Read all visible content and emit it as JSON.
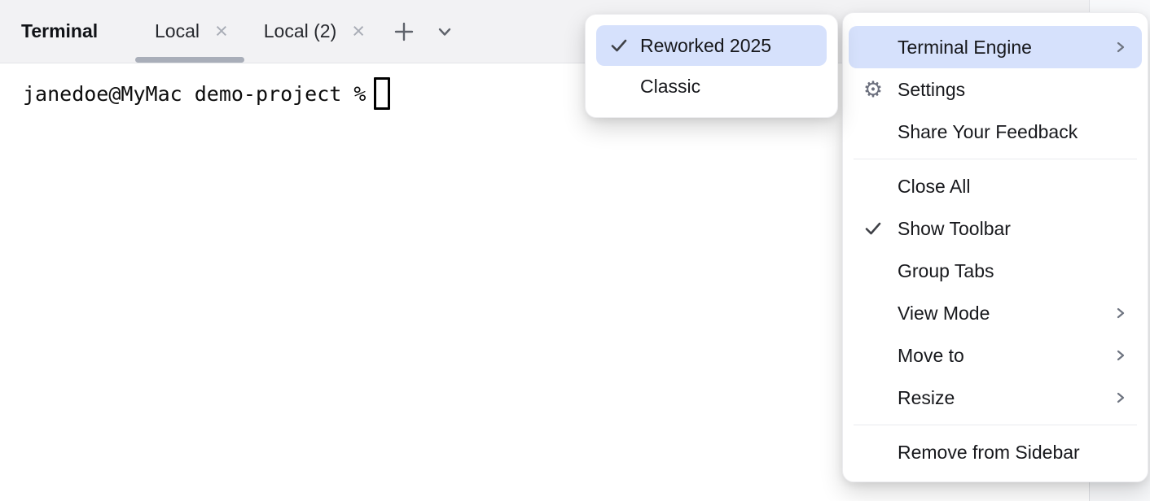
{
  "colors": {
    "highlight_blue": "#d6e1fc",
    "toolbar_bg": "#f2f2f4",
    "tab_underline": "#a9aeb9",
    "menu_bg": "#ffffff",
    "divider": "#e9eaee",
    "icon_gray": "#6c707e",
    "text_primary": "#17181c"
  },
  "toolbar": {
    "title": "Terminal",
    "tabs": [
      {
        "label": "Local",
        "active": true
      },
      {
        "label": "Local (2)",
        "active": false
      }
    ]
  },
  "icons": {
    "close_glyph": "×",
    "gear_glyph": "⚙"
  },
  "terminal": {
    "prompt": "janedoe@MyMac demo-project %",
    "cursor_style": "hollow-block"
  },
  "engine_submenu": {
    "items": [
      {
        "label": "Reworked 2025",
        "checked": true,
        "highlighted": true
      },
      {
        "label": "Classic",
        "checked": false,
        "highlighted": false
      }
    ]
  },
  "options_menu": {
    "items": [
      {
        "label": "Terminal Engine",
        "has_submenu": true,
        "highlighted": true
      },
      {
        "label": "Settings",
        "icon": "gear-icon"
      },
      {
        "label": "Share Your Feedback"
      },
      {
        "divider": true
      },
      {
        "label": "Close All"
      },
      {
        "label": "Show Toolbar",
        "checked": true
      },
      {
        "label": "Group Tabs"
      },
      {
        "label": "View Mode",
        "has_submenu": true
      },
      {
        "label": "Move to",
        "has_submenu": true
      },
      {
        "label": "Resize",
        "has_submenu": true
      },
      {
        "divider": true
      },
      {
        "label": "Remove from Sidebar"
      }
    ]
  }
}
